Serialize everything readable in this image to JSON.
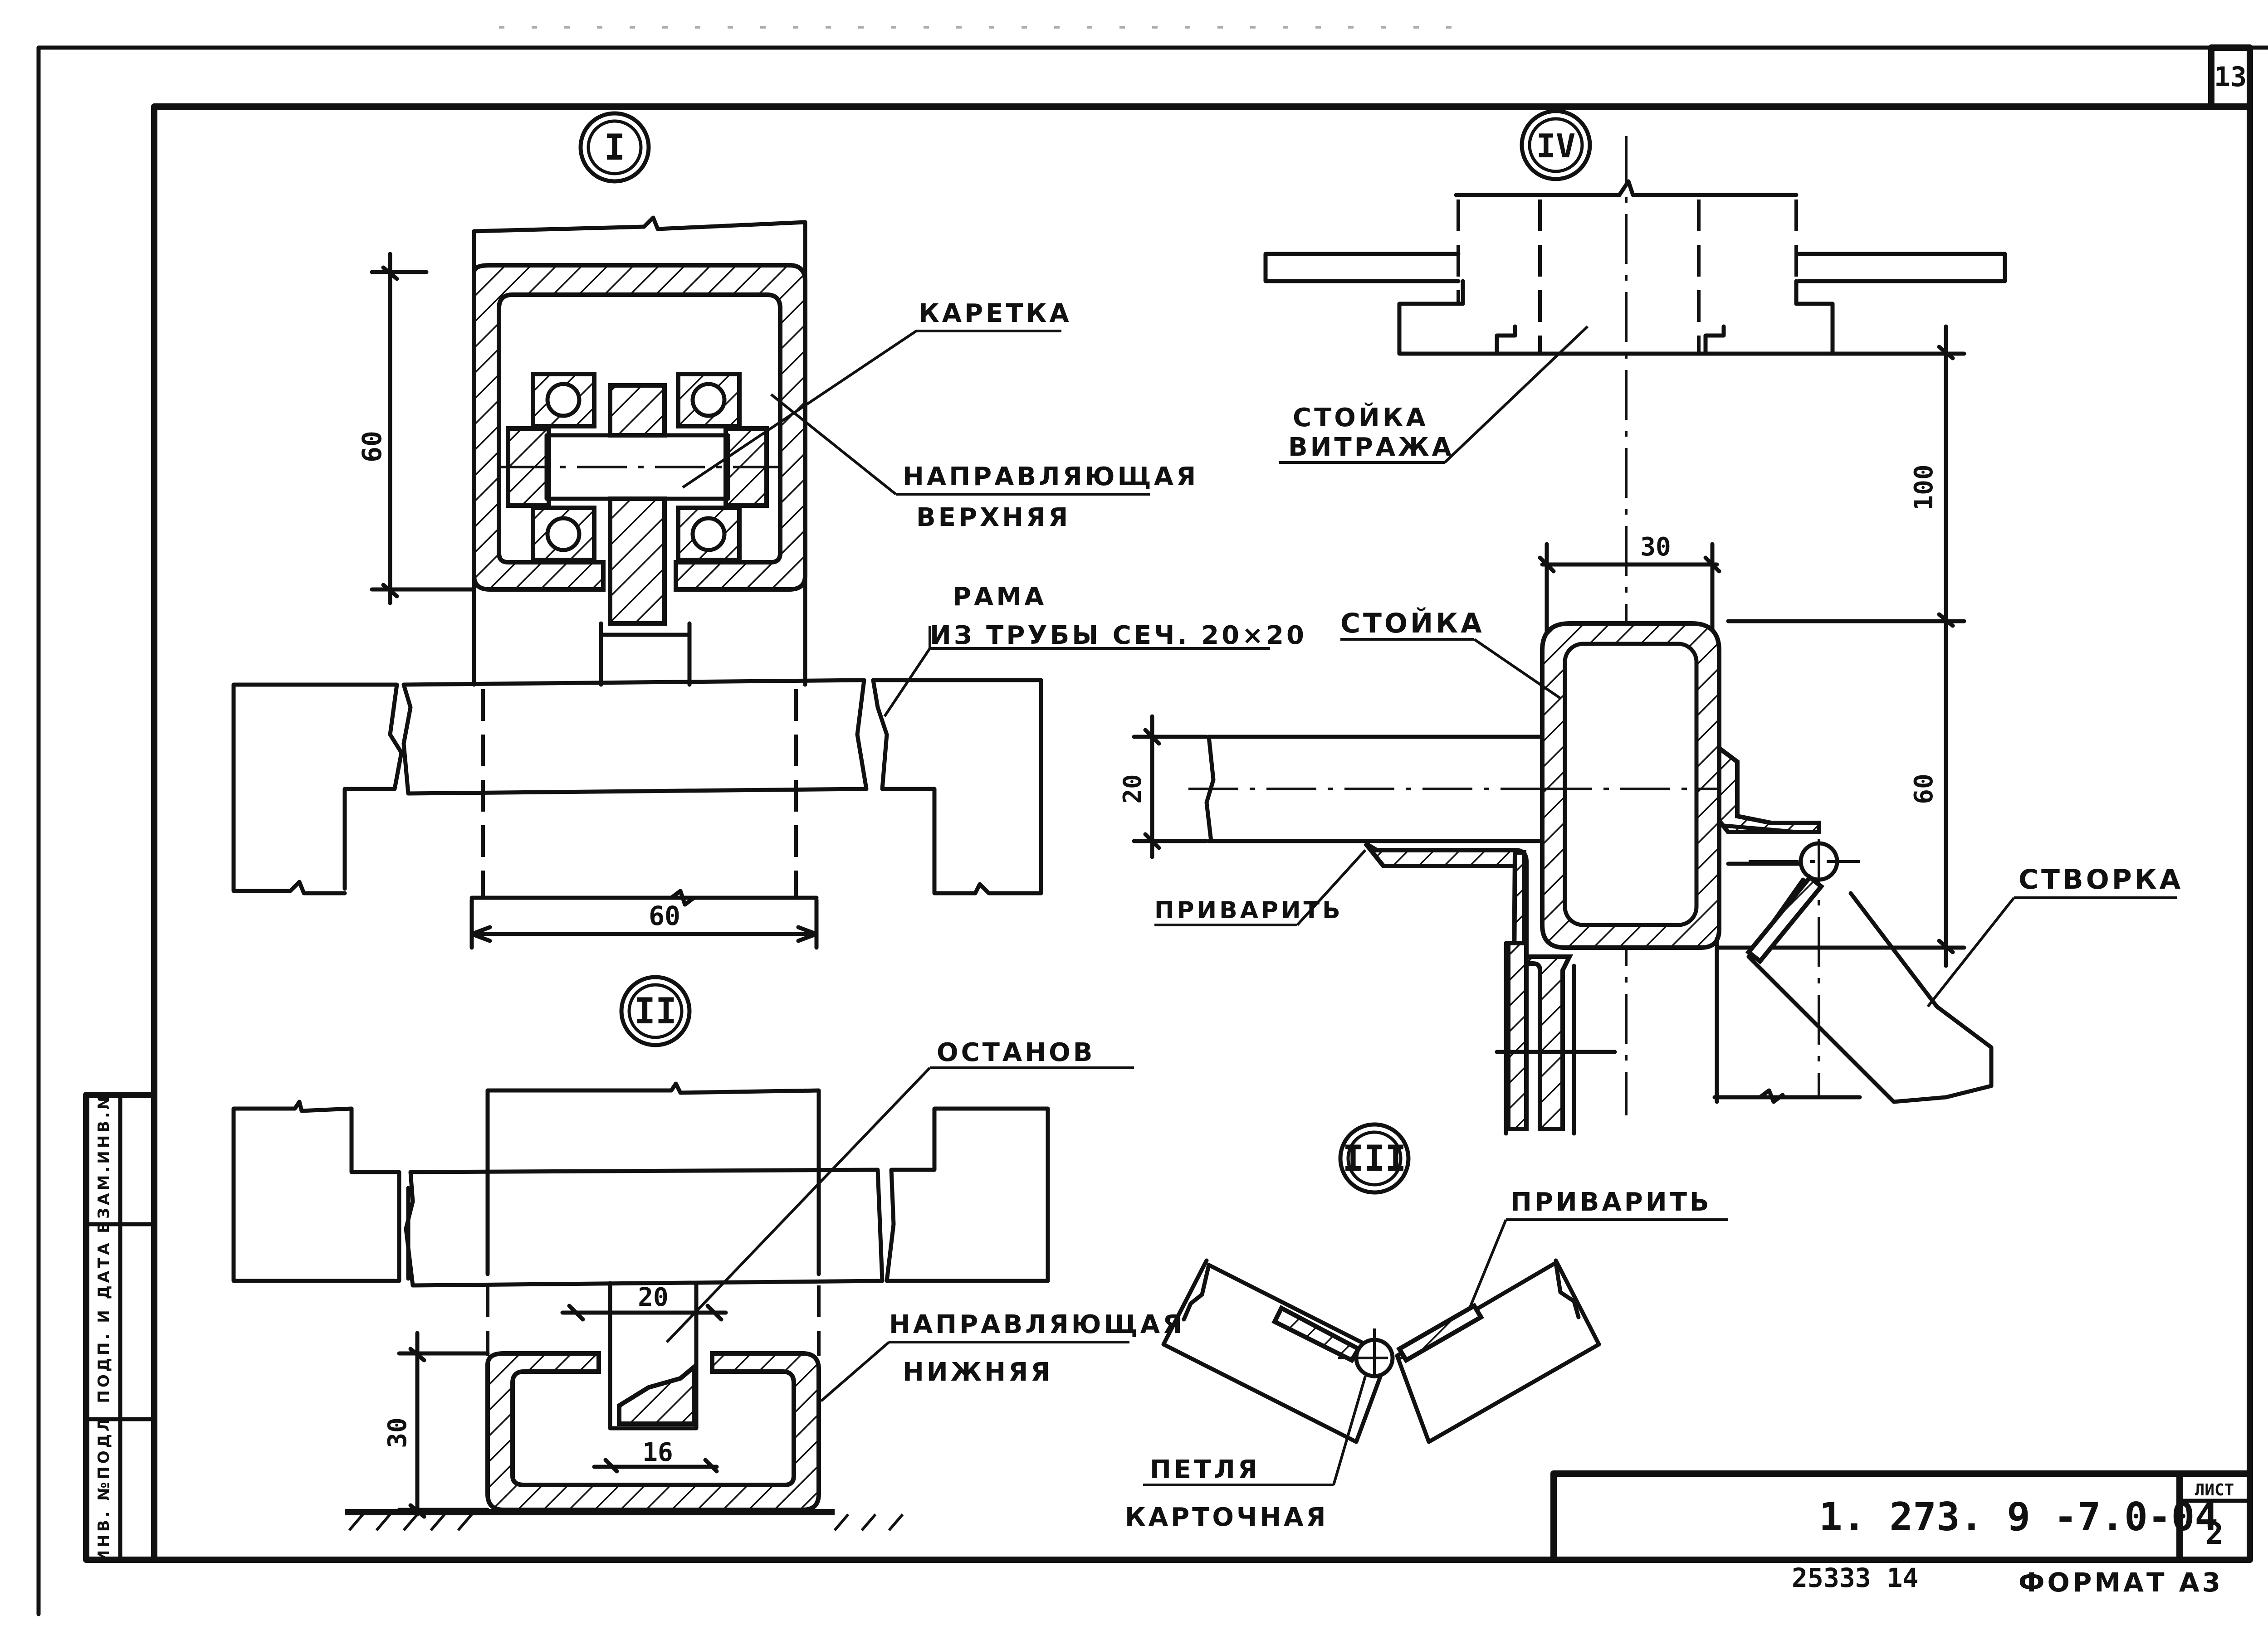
{
  "sheet": {
    "page_number": "13",
    "document_code": "1. 273. 9 -7.0-04",
    "sheet_label": "ЛИСТ",
    "sheet_number": "2",
    "inventory_number": "25333 14",
    "format": "ФОРМАТ А3"
  },
  "side_stamp": {
    "col1": "ИНВ. №ПОДЛ",
    "col2": "ПОДП. И ДАТА",
    "col3": "ВЗАМ.ИНВ.№"
  },
  "views": {
    "v1": "I",
    "v2": "II",
    "v3": "III",
    "v4": "IV"
  },
  "labels": {
    "karetka": "КАРЕТКА",
    "napr_top_1": "НАПРАВЛЯЮЩАЯ",
    "napr_top_2": "ВЕРХНЯЯ",
    "rama_1": "РАМА",
    "rama_2": "ИЗ ТРУБЫ СЕЧ. 20×20",
    "ostanov": "ОСТАНОВ",
    "napr_bot_1": "НАПРАВЛЯЮЩАЯ",
    "napr_bot_2": "НИЖНЯЯ",
    "stoyka_vitr_1": "СТОЙКА",
    "stoyka_vitr_2": "ВИТРАЖА",
    "stoyka": "СТОЙКА",
    "privarit_1": "ПРИВАРИТЬ",
    "stvorka": "СТВОРКА",
    "privarit_2": "ПРИВАРИТЬ",
    "petlya_1": "ПЕТЛЯ",
    "petlya_2": "КАРТОЧНАЯ"
  },
  "dimensions": {
    "d1_height": "60",
    "d1_width": "60",
    "d2_width": "20",
    "d2_inner": "16",
    "d2_height": "30",
    "d4_width": "30",
    "d4_upper": "100",
    "d4_lower": "60",
    "d4_frame": "20"
  }
}
